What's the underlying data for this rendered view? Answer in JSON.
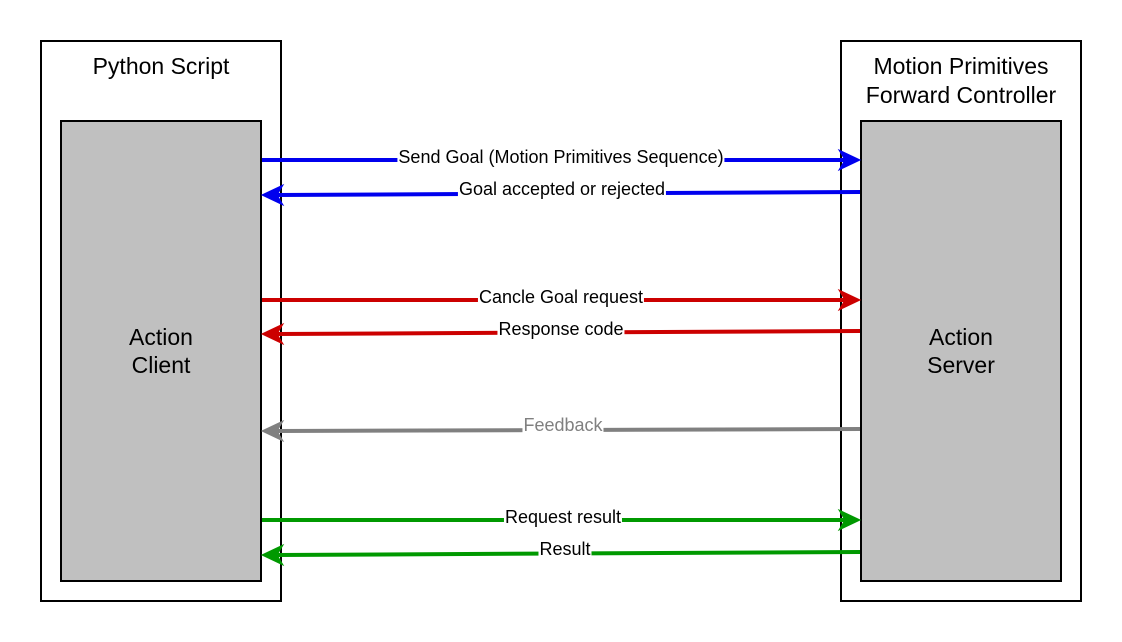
{
  "left_container": {
    "title": "Python Script",
    "inner_label": "Action\nClient"
  },
  "right_container": {
    "title": "Motion Primitives\nForward Controller",
    "inner_label": "Action\nServer"
  },
  "colors": {
    "blue": "#0000ee",
    "red": "#cc0000",
    "gray": "#808080",
    "green": "#009900"
  },
  "messages": [
    {
      "label": "Send Goal (Motion Primitives Sequence)",
      "direction": "client-to-server",
      "color": "blue"
    },
    {
      "label": "Goal accepted or rejected",
      "direction": "server-to-client",
      "color": "blue"
    },
    {
      "label": "Cancle Goal request",
      "direction": "client-to-server",
      "color": "red"
    },
    {
      "label": "Response code",
      "direction": "server-to-client",
      "color": "red"
    },
    {
      "label": "Feedback",
      "direction": "server-to-client",
      "color": "gray"
    },
    {
      "label": "Request result",
      "direction": "client-to-server",
      "color": "green"
    },
    {
      "label": "Result",
      "direction": "server-to-client",
      "color": "green"
    }
  ]
}
